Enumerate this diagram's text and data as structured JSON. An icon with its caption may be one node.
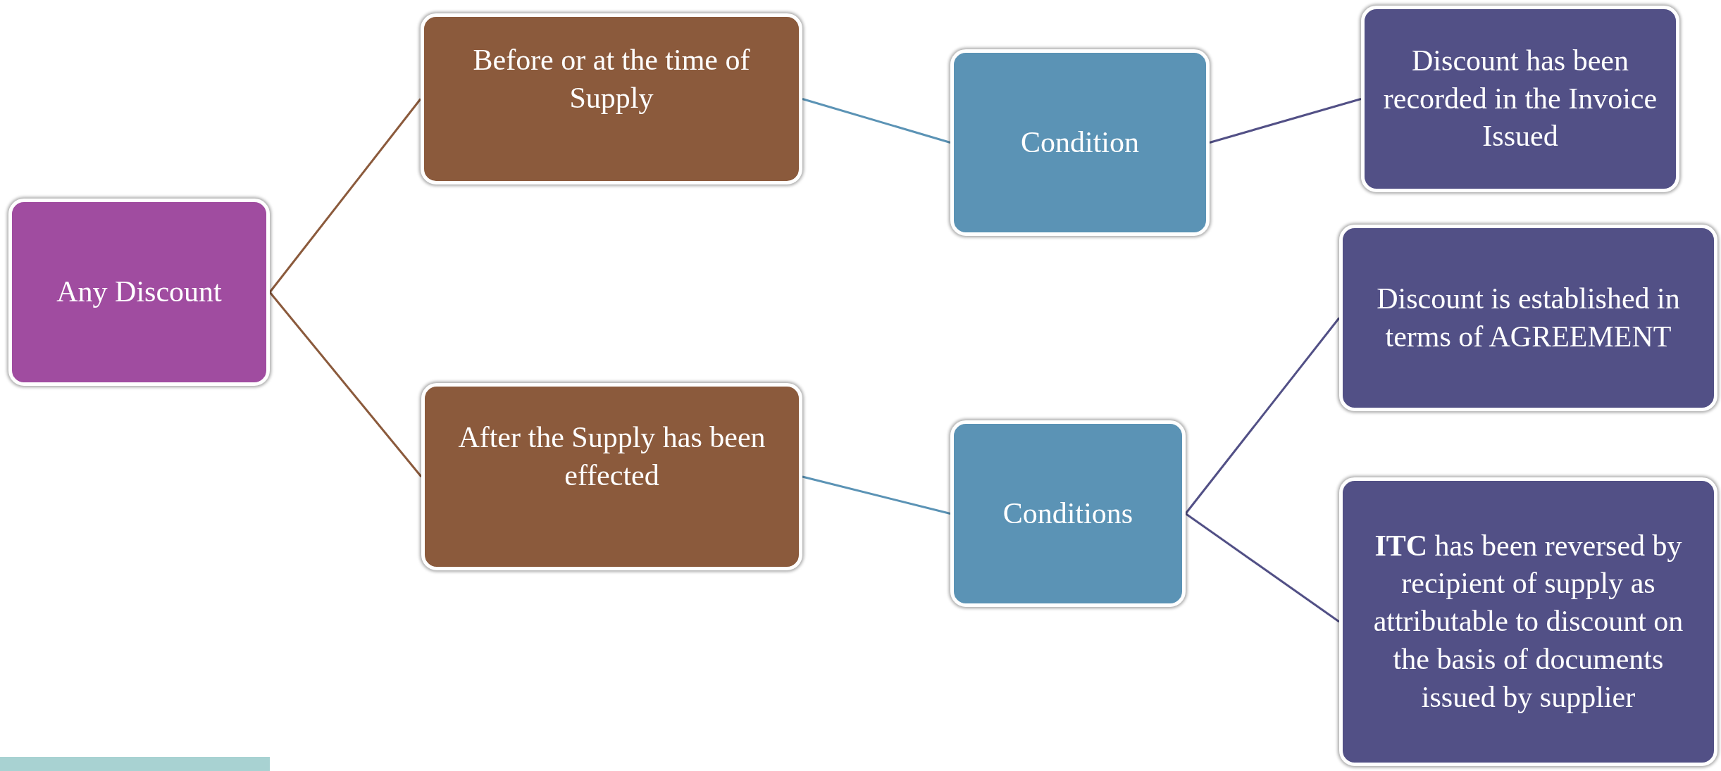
{
  "diagram": {
    "nodes": [
      {
        "text": [
          "Any Discount"
        ]
      },
      {
        "text": [
          "Before or at the time of Supply"
        ]
      },
      {
        "text": [
          "After the Supply has been effected"
        ]
      },
      {
        "text": [
          "Condition"
        ]
      },
      {
        "text": [
          "Conditions"
        ]
      },
      {
        "text": [
          "Discount has been recorded in the Invoice Issued"
        ]
      },
      {
        "text": [
          "Discount is established in terms of AGREEMENT"
        ]
      },
      {
        "text": [
          "**ITC** has been reversed by recipient of supply as attributable to discount on the basis of documents issued by supplier"
        ]
      }
    ],
    "edges": [
      {
        "from": 0,
        "to": 1,
        "arrow": "none",
        "color": "#8b5a3c"
      },
      {
        "from": 0,
        "to": 2,
        "arrow": "none",
        "color": "#8b5a3c"
      },
      {
        "from": 1,
        "to": 3,
        "arrow": "none",
        "color": "#5b93b5"
      },
      {
        "from": 2,
        "to": 4,
        "arrow": "none",
        "color": "#5b93b5"
      },
      {
        "from": 3,
        "to": 5,
        "arrow": "none"
      },
      {
        "from": 4,
        "to": 6,
        "arrow": "none"
      },
      {
        "from": 4,
        "to": 7,
        "arrow": "none"
      }
    ]
  }
}
